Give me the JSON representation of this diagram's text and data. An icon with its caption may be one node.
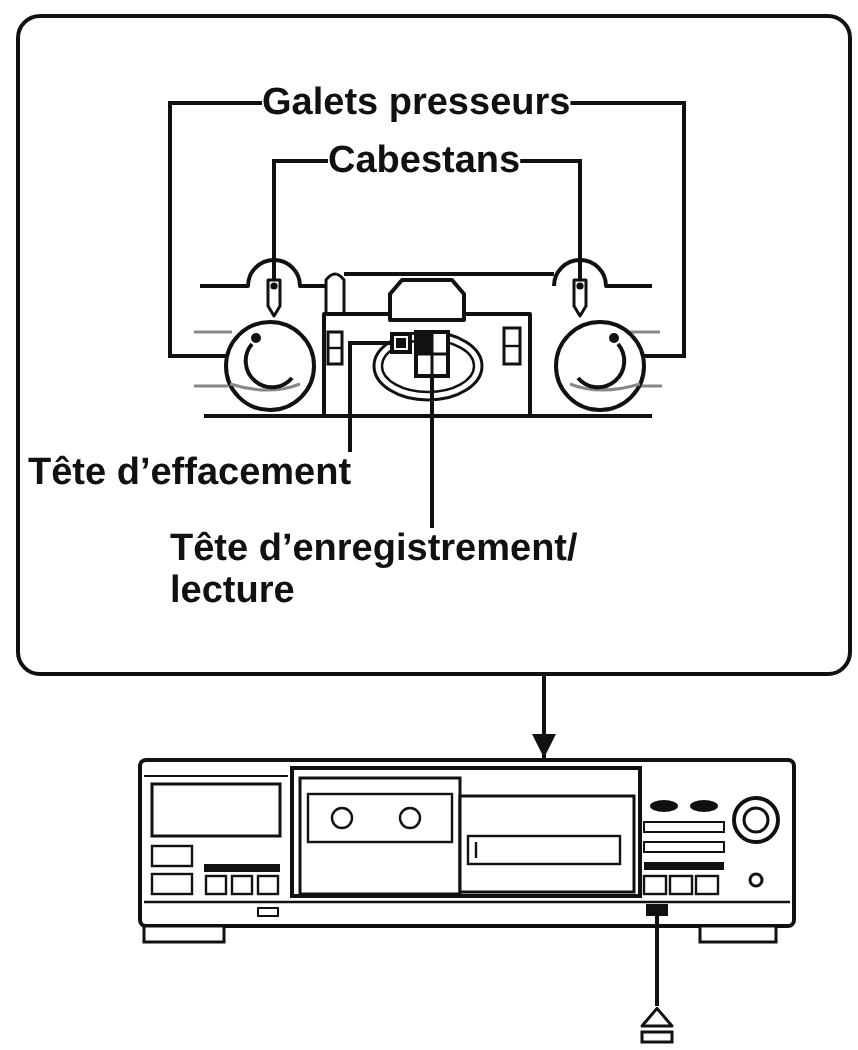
{
  "diagram": {
    "nodes": [
      {
        "text": [],
        "shape": "box"
      },
      {
        "text": [
          "Galets presseurs"
        ],
        "in": 0
      },
      {
        "text": [
          "Cabestans"
        ],
        "in": 0
      },
      {
        "text": [
          "Tête d’effacement"
        ],
        "in": 0
      },
      {
        "text": [
          "Tête d’enregistrement/ lecture"
        ],
        "in": 0
      },
      {
        "text": [],
        "shape": "picture",
        "in": 0
      },
      {
        "text": [],
        "shape": "picture",
        "in": 0
      },
      {
        "text": [],
        "shape": "picture",
        "in": 0
      },
      {
        "text": [],
        "shape": "picture",
        "in": 0
      },
      {
        "text": [],
        "shape": "picture",
        "in": 0
      },
      {
        "text": [],
        "shape": "picture",
        "in": 0
      },
      {
        "text": [],
        "shape": "picture"
      },
      {
        "text": [],
        "shape": "picture",
        "in": 11
      },
      {
        "text": [],
        "shape": "picture"
      }
    ],
    "edges": [
      {
        "from": 1,
        "to": 5,
        "arrow": "none"
      },
      {
        "from": 1,
        "to": 10,
        "arrow": "none"
      },
      {
        "from": 2,
        "to": 6,
        "arrow": "none"
      },
      {
        "from": 2,
        "to": 9,
        "arrow": "none"
      },
      {
        "from": 3,
        "to": 7,
        "arrow": "none"
      },
      {
        "from": 4,
        "to": 8,
        "arrow": "none"
      },
      {
        "from": 0,
        "to": 11,
        "arrow": "to"
      },
      {
        "from": 13,
        "to": 12,
        "arrow": "none"
      }
    ]
  }
}
